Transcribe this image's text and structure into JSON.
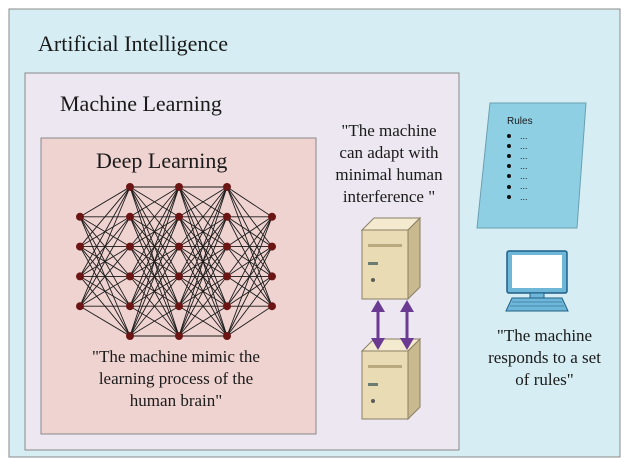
{
  "diagram": {
    "outer": {
      "title": "Artificial Intelligence",
      "background": "#d5edf3"
    },
    "middle": {
      "title": "Machine Learning",
      "background": "#ece7f0"
    },
    "inner": {
      "title": "Deep Learning",
      "background": "#efd3d0"
    },
    "deep_learning_caption": [
      "\"The machine  mimic the",
      "learning process of the",
      "human brain\""
    ],
    "machine_learning_caption": [
      "\"The machine",
      "can adapt with",
      "minimal human",
      "interference \""
    ],
    "ai_caption": [
      "\"The machine",
      "responds to a set",
      "of rules\""
    ],
    "rules_card": {
      "title": "Rules",
      "items": [
        "...",
        "...",
        "...",
        "...",
        "...",
        "...",
        "..."
      ],
      "fill": "#8fcfe4"
    },
    "neural_network": {
      "layer_sizes": [
        4,
        6,
        6,
        6,
        4
      ],
      "node_color": "#6b1515"
    },
    "icons": [
      "neural-network-icon",
      "server-icon",
      "server-icon",
      "bidirectional-arrow-icon",
      "bidirectional-arrow-icon",
      "computer-monitor-icon",
      "document-icon"
    ],
    "accent_arrow_color": "#6b3a93"
  }
}
